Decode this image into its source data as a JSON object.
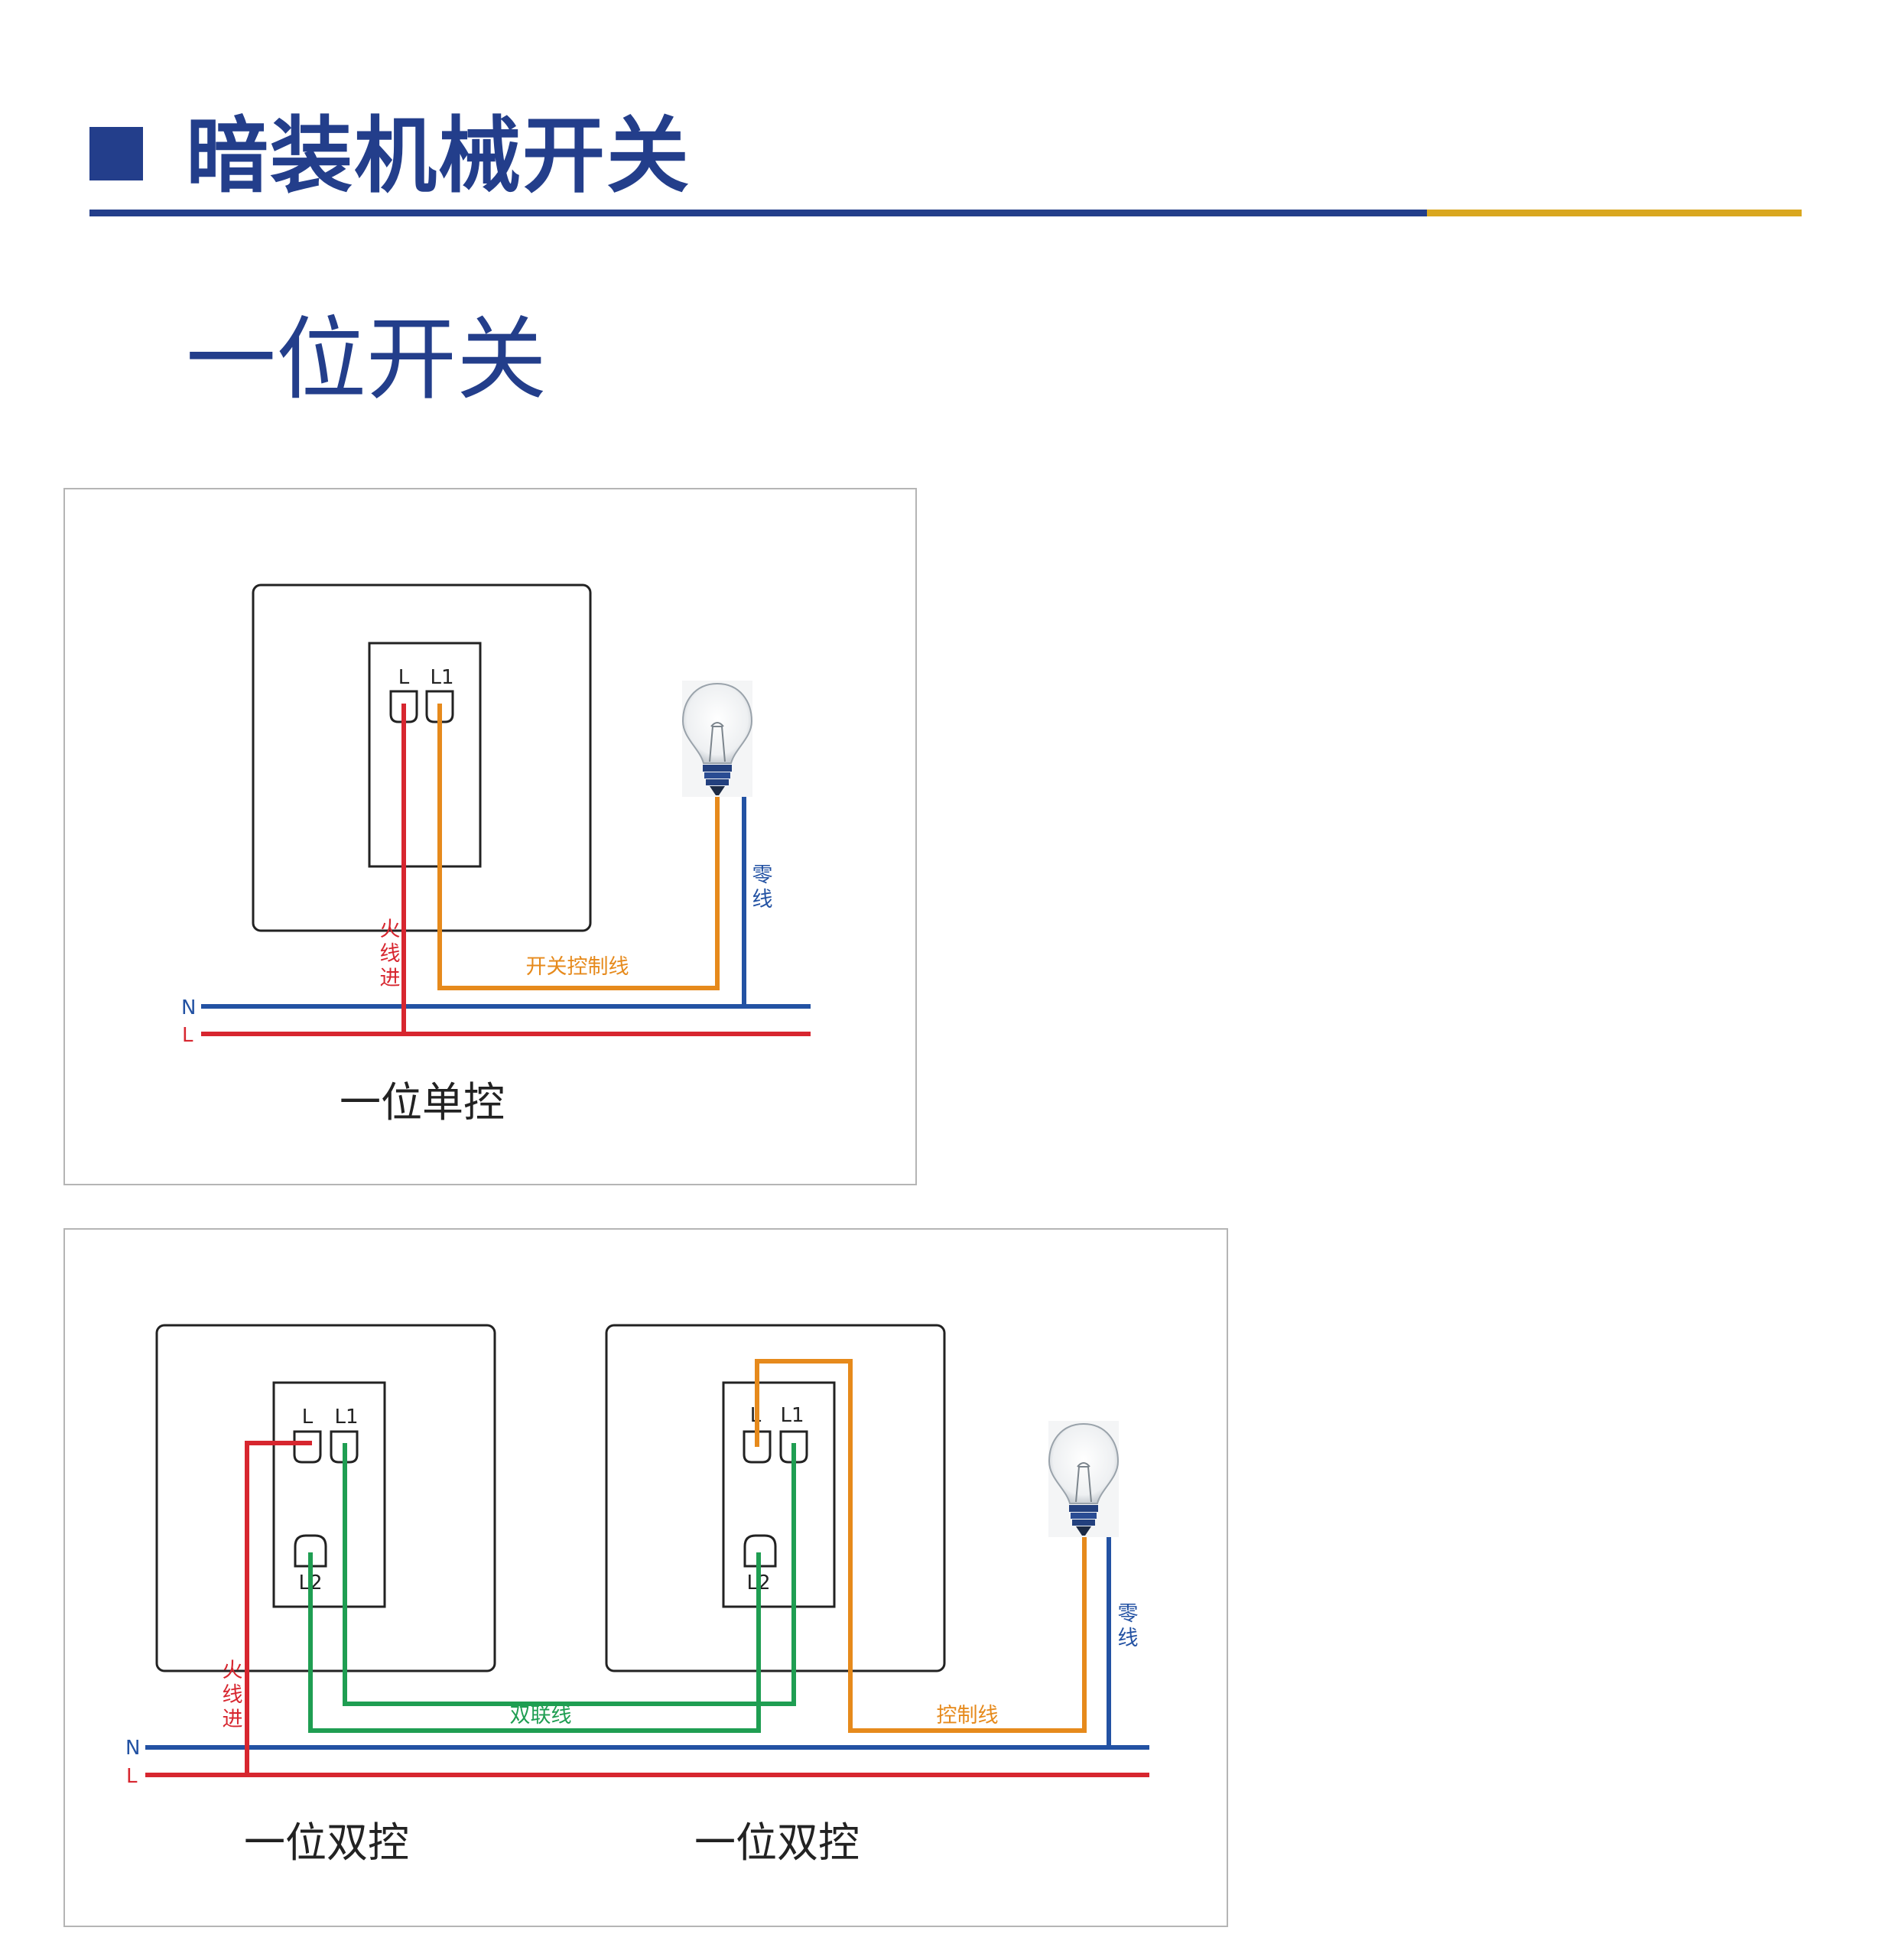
{
  "header": {
    "title": "暗装机械开关"
  },
  "section": {
    "subtitle": "一位开关"
  },
  "colors": {
    "brand_blue": "#233e8b",
    "accent_gold": "#d9a71f",
    "live": "#d7262f",
    "neutral": "#2352a3",
    "control": "#e68a1c",
    "traveler": "#1f9e52",
    "frame": "#222222"
  },
  "diagram1": {
    "caption": "一位单控",
    "terminal_L": "L",
    "terminal_L1": "L1",
    "bus_N": "N",
    "bus_L": "L",
    "live_in_label": [
      "火",
      "线",
      "进"
    ],
    "neutral_label": [
      "零",
      "线"
    ],
    "control_label": "开关控制线",
    "bulb_icon": "light-bulb-icon"
  },
  "diagram2": {
    "caption_left": "一位双控",
    "caption_right": "一位双控",
    "left_terminal_L": "L",
    "left_terminal_L1": "L1",
    "left_terminal_L2": "L2",
    "right_terminal_L": "L",
    "right_terminal_L1": "L1",
    "right_terminal_L2": "L2",
    "bus_N": "N",
    "bus_L": "L",
    "live_in_label": [
      "火",
      "线",
      "进"
    ],
    "neutral_label": [
      "零",
      "线"
    ],
    "traveler_label": "双联线",
    "control_label": "控制线",
    "bulb_icon": "light-bulb-icon"
  }
}
